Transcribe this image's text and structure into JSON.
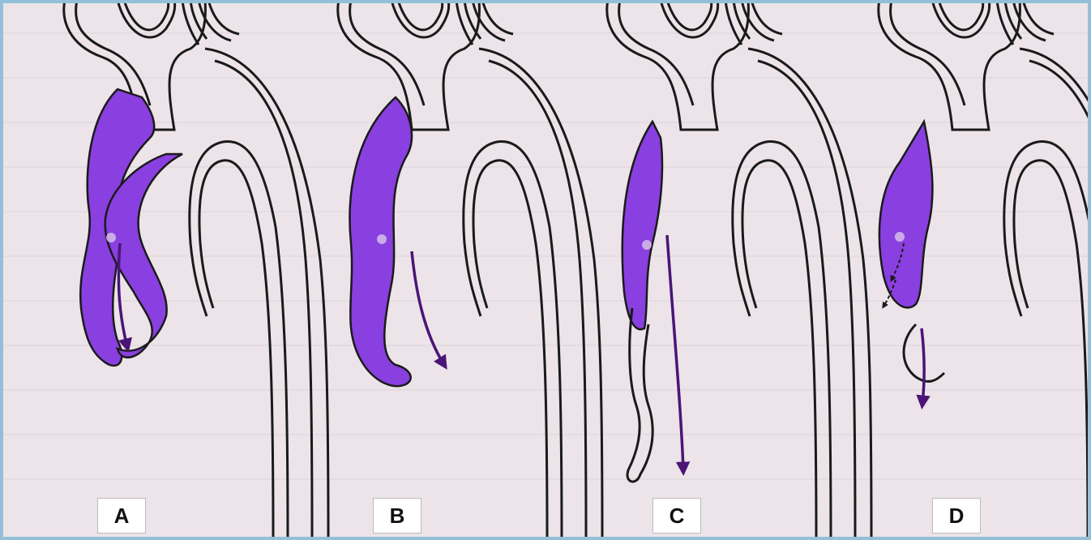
{
  "panels": [
    {
      "label": "A"
    },
    {
      "label": "B"
    },
    {
      "label": "C"
    },
    {
      "label": "D"
    }
  ],
  "colors": {
    "hematoma": "#8a3fe0",
    "arrow": "#4a1577",
    "outline": "#1a1a1a",
    "background": "#ece4e9",
    "frame": "#93c0d8"
  }
}
